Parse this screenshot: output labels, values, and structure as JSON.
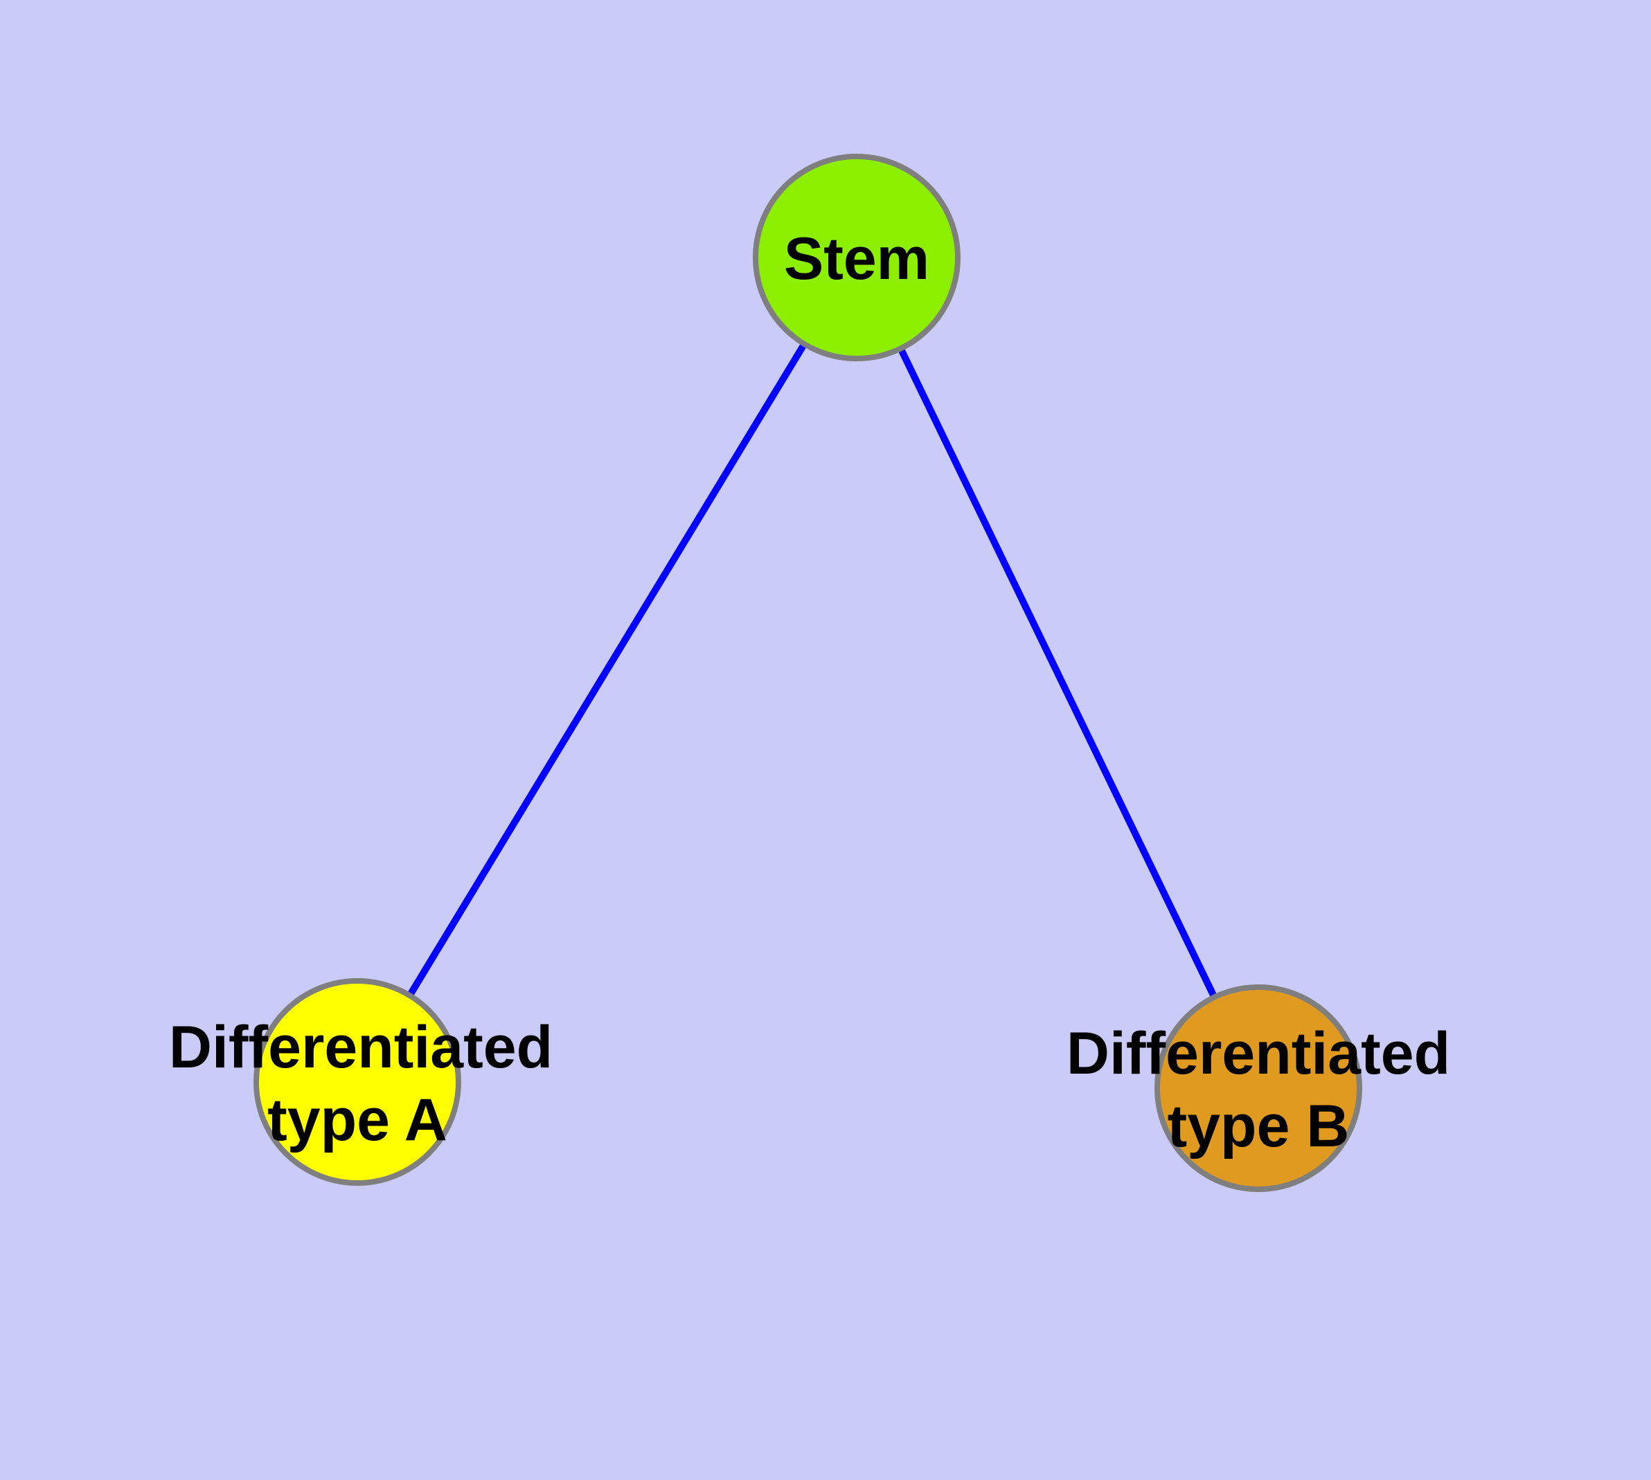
{
  "diagram": {
    "type": "node-link-graph",
    "background": "#CBCBF7",
    "edge_color": "#0000FF",
    "node_border_color": "#7F7F7F",
    "label_color": "#000000",
    "nodes": [
      {
        "id": "stem",
        "label": "Stem",
        "label_line1": "Stem",
        "label_line2": "",
        "fill": "#8CF000"
      },
      {
        "id": "differentiated-type-a",
        "label": "Differentiated type A",
        "label_line1": "Differentiated",
        "label_line2": "type A",
        "fill": "#FFFF00"
      },
      {
        "id": "differentiated-type-b",
        "label": "Differentiated type B",
        "label_line1": "Differentiated",
        "label_line2": "type B",
        "fill": "#E09A20"
      }
    ],
    "edges": [
      {
        "from": "Stem",
        "to": "Differentiated type A"
      },
      {
        "from": "Stem",
        "to": "Differentiated type B"
      }
    ]
  }
}
